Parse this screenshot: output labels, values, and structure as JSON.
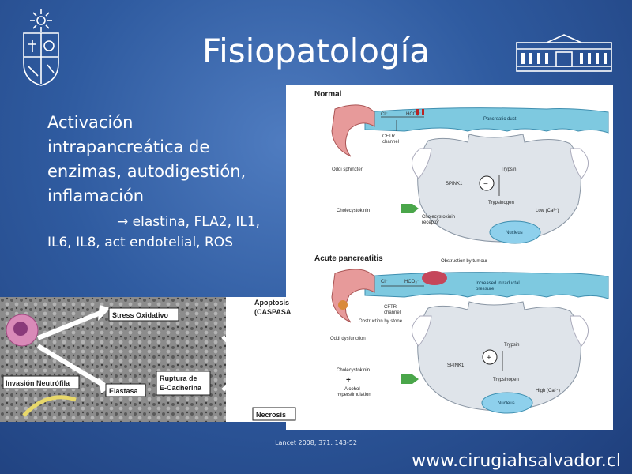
{
  "slide": {
    "title": "Fisiopatología",
    "bullet_lines": [
      "Activación",
      "intrapancreática de",
      "enzimas, autodigestión,",
      "inflamación"
    ],
    "sub_line_1": "→ elastina, FLA2, IL1,",
    "sub_line_2": "IL6, IL8, act endotelial, ROS",
    "citation": "Lancet 2008; 371: 143-52",
    "footer_url": "www.cirugiahsalvador.cl"
  },
  "pancreas_figure": {
    "normal": {
      "title": "Normal",
      "cl": "Cl⁻",
      "hco3": "HCO₃⁻",
      "cftr": [
        "CFTR",
        "channel"
      ],
      "duct": "Pancreatic duct",
      "oddi": "Oddi sphincter",
      "trypsin": "Trypsin",
      "spink1": "SPINK1",
      "sign": "−",
      "trypsinogen": "Trypsinogen",
      "cholecystokinin": "Cholecystokinin",
      "cck_receptor": [
        "Cholecystokinin",
        "receptor"
      ],
      "calcium": "Low (Ca²⁺)",
      "nucleus": "Nucleus"
    },
    "acute": {
      "title": "Acute pancreatitis",
      "obstruction_tumour": "Obstruction by tumour",
      "cl": "Cl⁻",
      "hco3": "HCO₃⁻",
      "pressure": [
        "Increased intraductal",
        "pressure"
      ],
      "cftr": [
        "CFTR",
        "channel"
      ],
      "stone": "Obstruction by stone",
      "oddi": "Oddi dysfunction",
      "trypsin": "Trypsin",
      "spink1": "SPINK1",
      "sign": "+",
      "trypsinogen": "Trypsinogen",
      "cholecystokinin": "Cholecystokinin",
      "plus": "+",
      "alcohol": [
        "Alcohol",
        "hyperstimulation"
      ],
      "calcium": "High (Ca²⁺)",
      "nucleus": "Nucleus"
    }
  },
  "micro_figure": {
    "stress": "Stress Oxidativo",
    "apoptosis": [
      "Apoptosis",
      "(CASPASA"
    ],
    "neutrophil": "Invasión Neutrófila",
    "elastasa": "Elastasa",
    "ruptura": [
      "Ruptura de",
      "E-Cadherina"
    ],
    "necrosis": "Necrosis"
  },
  "colors": {
    "background": "#2f5ba0",
    "duct": "#7ec9e0",
    "sphincter": "#e79a9a",
    "cell": "#dfe4ea",
    "nucleus": "#8ed0ec",
    "arrow_green": "#4aa64a"
  }
}
